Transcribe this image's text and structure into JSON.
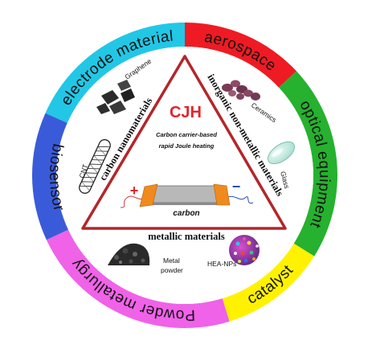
{
  "center": {
    "title": "CJH",
    "subtitle_line1": "Carbon carrier-based",
    "subtitle_line2": "rapid Joule heating",
    "carbon_label": "carbon",
    "plus_symbol": "+",
    "minus_symbol": "−"
  },
  "categories": {
    "left": "carbon nanomaterials",
    "right": "inorganic non-metallic materials",
    "bottom": "metallic materials"
  },
  "materials": {
    "graphene": "Graphene",
    "cnt": "CNT",
    "ceramics": "Ceramics",
    "glass": "Glass",
    "metal_powder_line1": "Metal",
    "metal_powder_line2": "powder",
    "hea_nps": "HEA-NPs"
  },
  "applications": {
    "electrode_material": "electrode material",
    "aerospace": "aerospace",
    "optical_equipment": "optical equipment",
    "catalyst": "catalyst",
    "powder_metallurgy": "Powder metallurgy",
    "biosensor": "biosensor"
  },
  "colors": {
    "electrode": "#22c7e6",
    "aerospace": "#ee1b24",
    "optical": "#26b12f",
    "catalyst": "#fff200",
    "powder": "#f062e8",
    "biosensor": "#3a5bd9",
    "triangle": "#b3262a",
    "cjh_red": "#e3242b"
  },
  "icons": {
    "graphene": "graphene-flakes-icon",
    "cnt": "carbon-nanotube-icon",
    "ceramics": "ceramic-chunks-icon",
    "glass": "glass-disc-icon",
    "metal_powder": "metal-powder-pile-icon",
    "hea_nps": "hea-nanoparticle-sphere-icon",
    "heater": "carbon-heater-strip-icon"
  }
}
